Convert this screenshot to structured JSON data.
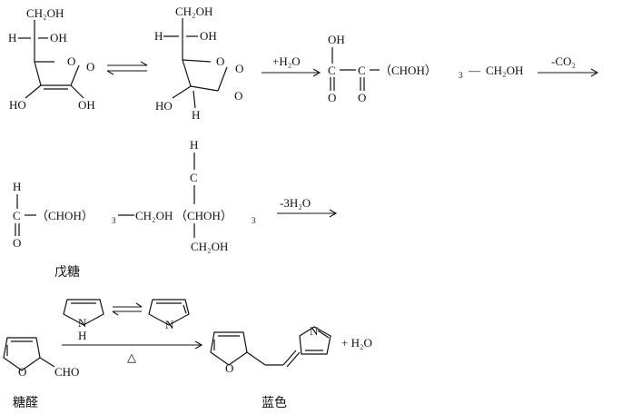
{
  "row1": {
    "mol1": {
      "ch2oh": "CH₂OH",
      "h": "H",
      "oh_side": "OH",
      "ring_o": "O",
      "carbonyl_o": "O",
      "ho_left": "HO",
      "oh_right": "OH"
    },
    "mol2": {
      "ch2oh": "CH₂OH",
      "h": "H",
      "oh_side": "OH",
      "ring_o": "O",
      "carbonyl_o": "O",
      "ketone_o": "O",
      "ho_left": "HO",
      "h_bottom": "H"
    },
    "arrow1": {
      "label": "+H₂O"
    },
    "mol3": {
      "oh": "OH",
      "c1": "C",
      "c2": "C",
      "o1": "O",
      "o2": "O",
      "chain": "（CHOH）",
      "sub": "3",
      "dash": "—",
      "tail": "CH₂OH"
    },
    "arrow2": {
      "label": "-CO₂"
    }
  },
  "row2": {
    "mol4": {
      "h": "H",
      "c": "C",
      "o": "O",
      "chain": "（CHOH）",
      "sub": "3",
      "tail": "CH₂OH"
    },
    "mol5": {
      "h": "H",
      "c": "C",
      "chain": "（CHOH）",
      "sub": "3",
      "bottom": "CH₂OH"
    },
    "arrow3": {
      "label": "-3H₂O"
    },
    "pentose_label": "戊糖"
  },
  "row3": {
    "pyrrole1_n": "N",
    "pyrrole1_h": "H",
    "pyrrole2_n": "N",
    "furfural_o": "O",
    "furfural_cho": "CHO",
    "furfural_label": "糖醛",
    "arrow4_label": "△",
    "product_o": "O",
    "product_n": "N",
    "product_water": "+ H₂O",
    "product_label": "蓝色"
  }
}
